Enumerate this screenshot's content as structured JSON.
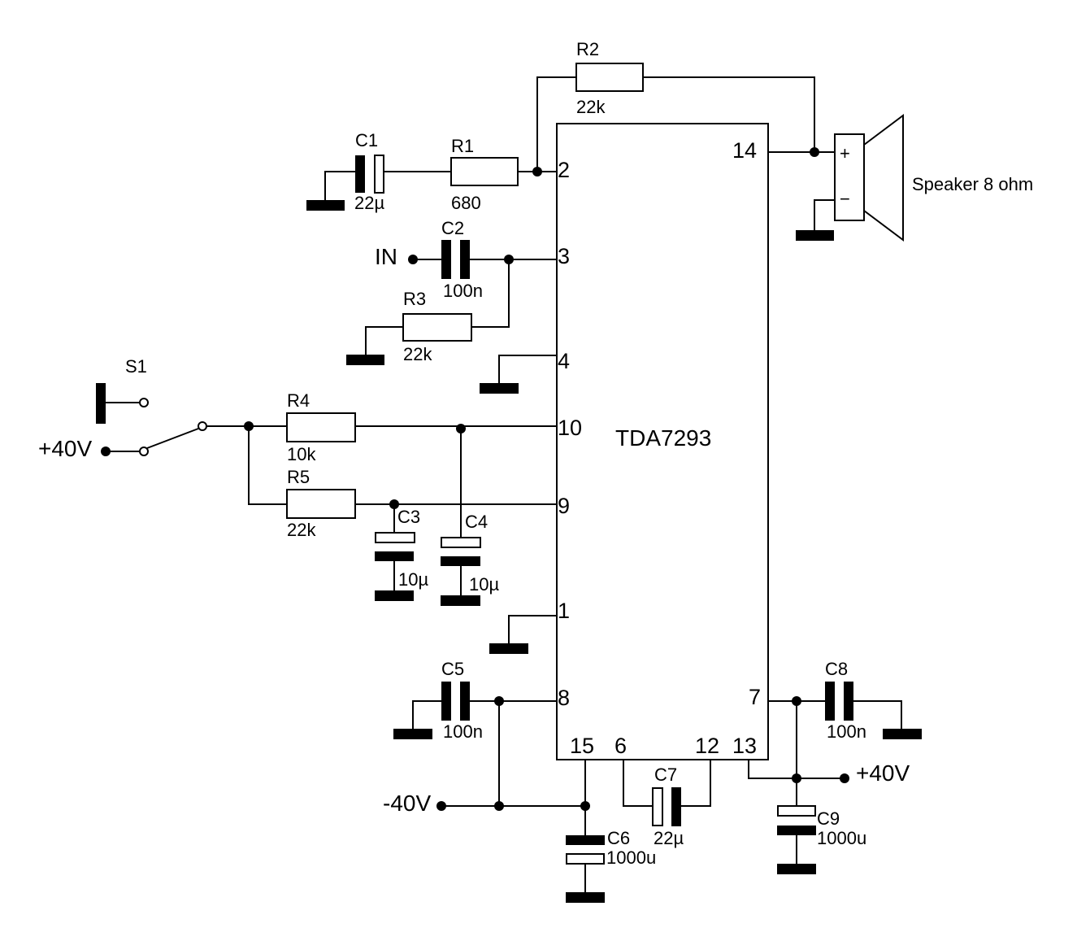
{
  "ic": {
    "part": "TDA7293"
  },
  "pins": {
    "p1": "1",
    "p2": "2",
    "p3": "3",
    "p4": "4",
    "p6": "6",
    "p7": "7",
    "p8": "8",
    "p9": "9",
    "p10": "10",
    "p12": "12",
    "p13": "13",
    "p14": "14",
    "p15": "15"
  },
  "components": {
    "r1": {
      "name": "R1",
      "value": "680"
    },
    "r2": {
      "name": "R2",
      "value": "22k"
    },
    "r3": {
      "name": "R3",
      "value": "22k"
    },
    "r4": {
      "name": "R4",
      "value": "10k"
    },
    "r5": {
      "name": "R5",
      "value": "22k"
    },
    "c1": {
      "name": "C1",
      "value": "22µ"
    },
    "c2": {
      "name": "C2",
      "value": "100n"
    },
    "c3": {
      "name": "C3",
      "value": "10µ"
    },
    "c4": {
      "name": "C4",
      "value": "10µ"
    },
    "c5": {
      "name": "C5",
      "value": "100n"
    },
    "c6": {
      "name": "C6",
      "value": "1000u"
    },
    "c7": {
      "name": "C7",
      "value": "22µ"
    },
    "c8": {
      "name": "C8",
      "value": "100n"
    },
    "c9": {
      "name": "C9",
      "value": "1000u"
    },
    "s1": {
      "name": "S1"
    }
  },
  "speaker": {
    "label": "Speaker 8 ohm",
    "plus": "+",
    "minus": "−"
  },
  "nets": {
    "input": "IN",
    "vpos_switch": "+40V",
    "vneg": "-40V",
    "vpos_out": "+40V"
  }
}
